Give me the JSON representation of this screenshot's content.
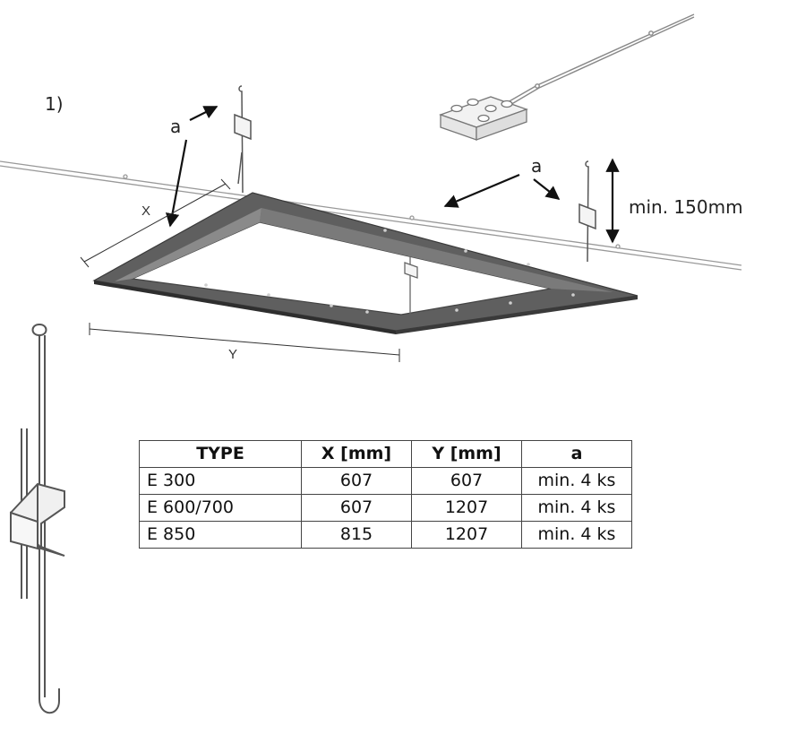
{
  "figure": {
    "step_label": "1)",
    "label_a_left": "a",
    "label_a_right": "a",
    "label_x": "X",
    "label_y": "Y",
    "label_min_height": "min. 150mm"
  },
  "table": {
    "headers": [
      "TYPE",
      "X [mm]",
      "Y [mm]",
      "a"
    ],
    "rows": [
      [
        "E 300",
        "607",
        "607",
        "min. 4 ks"
      ],
      [
        "E 600/700",
        "607",
        "1207",
        "min. 4 ks"
      ],
      [
        "E 850",
        "815",
        "1207",
        "min. 4 ks"
      ]
    ]
  },
  "icons": {
    "hanger_hook": "hanger-hook-icon",
    "junction_box": "junction-box-icon",
    "frame": "frame-icon"
  }
}
